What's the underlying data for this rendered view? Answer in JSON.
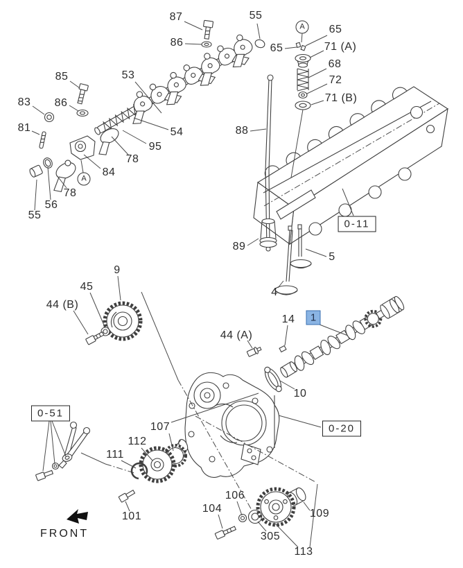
{
  "diagram_type": "engine-camshaft-valve-parts-diagram",
  "colors": {
    "line": "#3f3f3f",
    "background": "#ffffff",
    "highlight_fill": "#8ab4e4",
    "highlight_border": "#3a6fb0"
  },
  "part_labels": [
    {
      "text": "87"
    },
    {
      "text": "86"
    },
    {
      "text": "55"
    },
    {
      "text": "65"
    },
    {
      "text": "65"
    },
    {
      "text": "71 (A)"
    },
    {
      "text": "68"
    },
    {
      "text": "72"
    },
    {
      "text": "71 (B)"
    },
    {
      "text": "88"
    },
    {
      "text": "53"
    },
    {
      "text": "85"
    },
    {
      "text": "86"
    },
    {
      "text": "83"
    },
    {
      "text": "81"
    },
    {
      "text": "54"
    },
    {
      "text": "95"
    },
    {
      "text": "78"
    },
    {
      "text": "84"
    },
    {
      "text": "78"
    },
    {
      "text": "56"
    },
    {
      "text": "55"
    },
    {
      "text": "89"
    },
    {
      "text": "5"
    },
    {
      "text": "4"
    },
    {
      "text": "9"
    },
    {
      "text": "45"
    },
    {
      "text": "44 (B)"
    },
    {
      "text": "44 (A)"
    },
    {
      "text": "14"
    },
    {
      "text": "10"
    },
    {
      "text": "107"
    },
    {
      "text": "112"
    },
    {
      "text": "111"
    },
    {
      "text": "101"
    },
    {
      "text": "104"
    },
    {
      "text": "106"
    },
    {
      "text": "305"
    },
    {
      "text": "109"
    },
    {
      "text": "113"
    }
  ],
  "highlighted_part": {
    "text": "1"
  },
  "boxed_refs": {
    "b011": {
      "text": "0-11"
    },
    "b051": {
      "text": "0-51"
    },
    "b020": {
      "text": "0-20"
    }
  },
  "marks": {
    "a_top": {
      "text": "A"
    },
    "a_mid": {
      "text": "A"
    }
  },
  "front_indicator": {
    "text": "FRONT"
  }
}
